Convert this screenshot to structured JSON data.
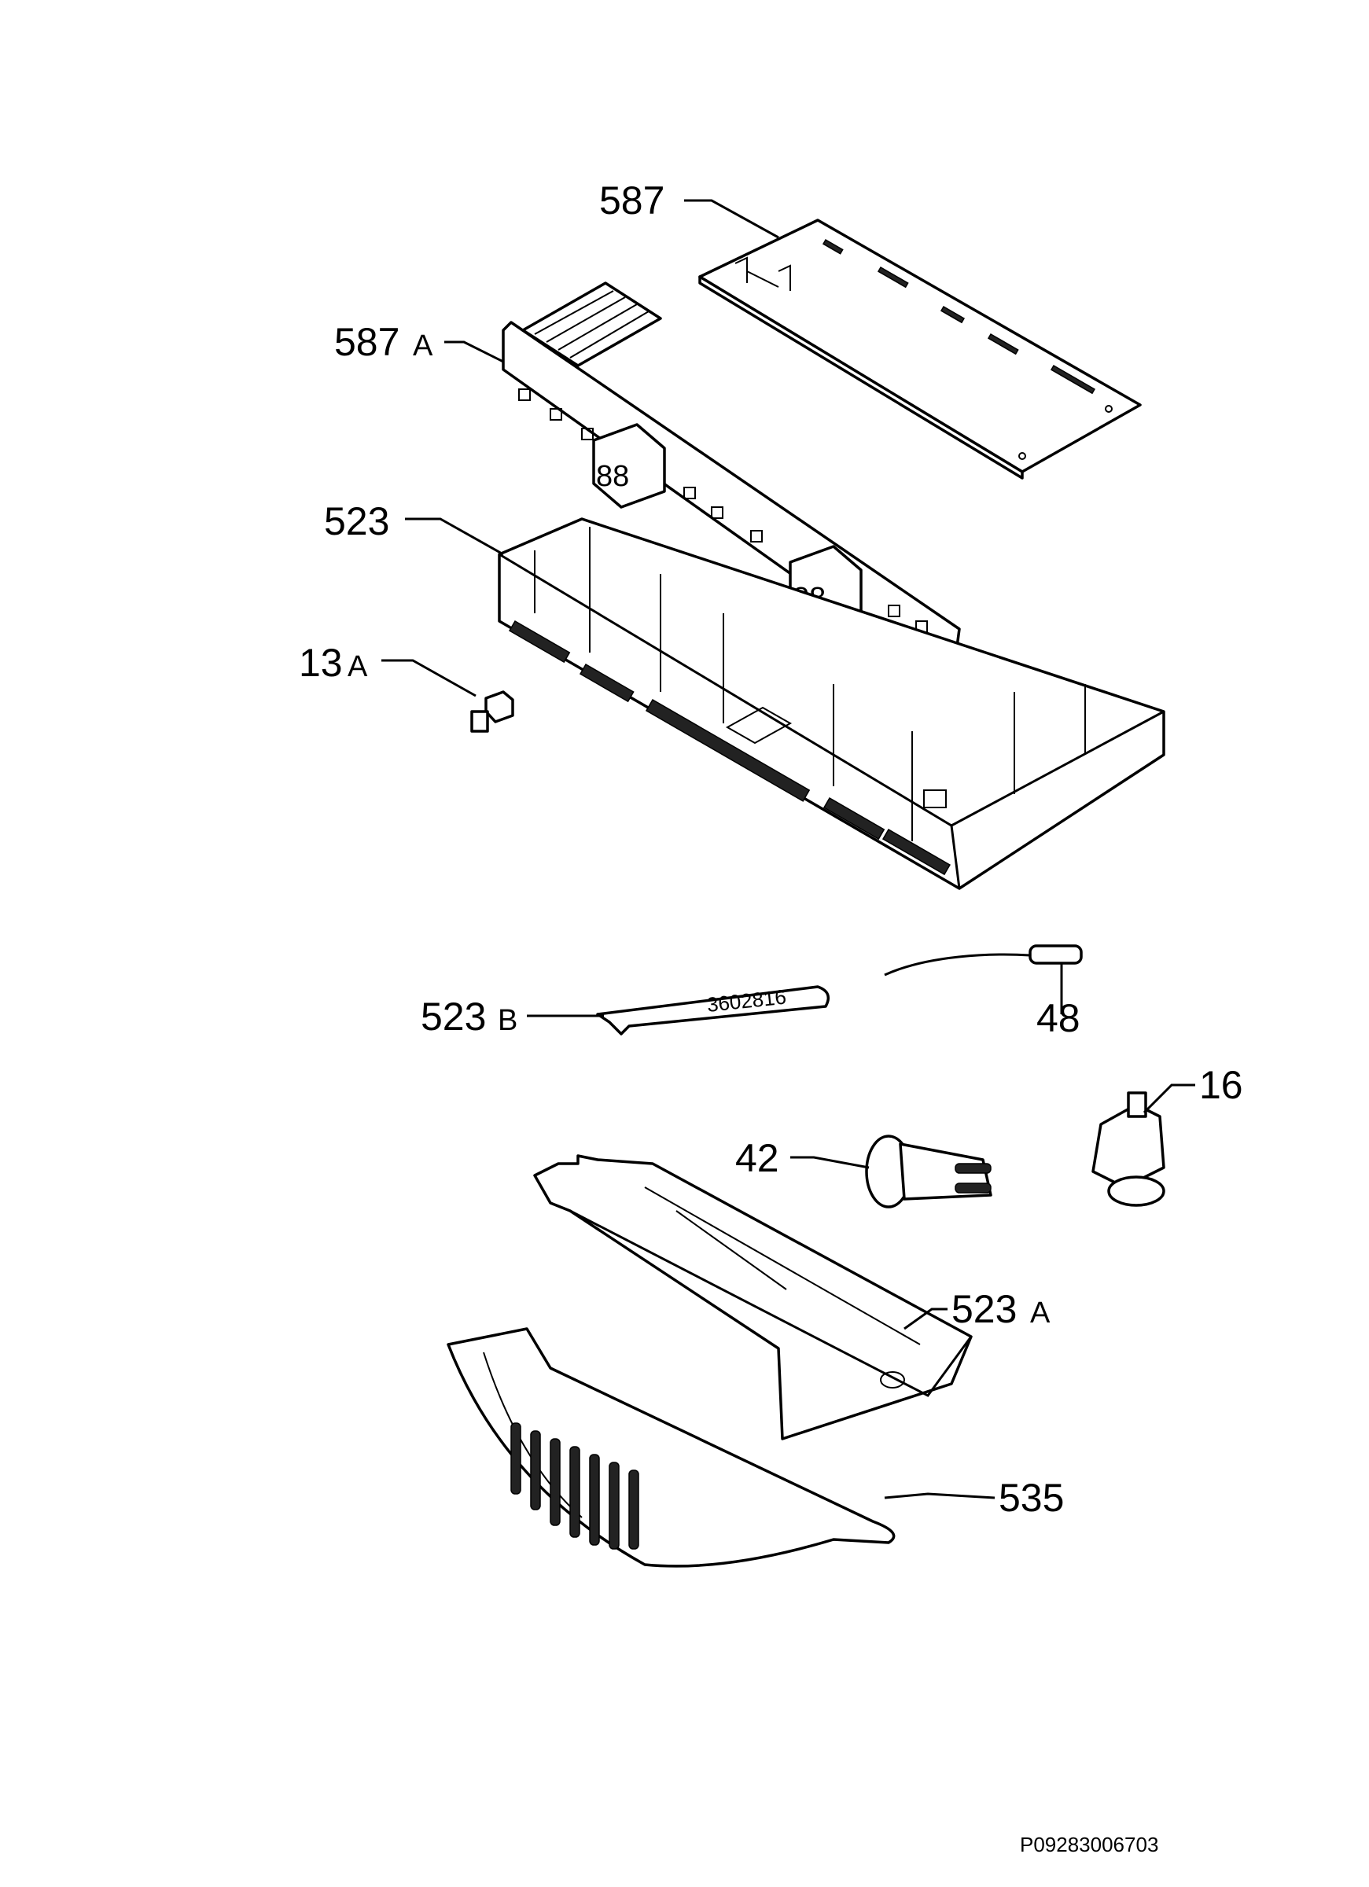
{
  "callouts": {
    "c587": "587",
    "c587a": "587",
    "c587a_suffix": "A",
    "c523": "523",
    "c13a": "13",
    "c13a_suffix": "A",
    "c523b": "523",
    "c523b_suffix": "B",
    "c48": "48",
    "c16": "16",
    "c42": "42",
    "c523a": "523",
    "c523a_suffix": "A",
    "c535": "535"
  },
  "drawing_code": "P09283006703"
}
